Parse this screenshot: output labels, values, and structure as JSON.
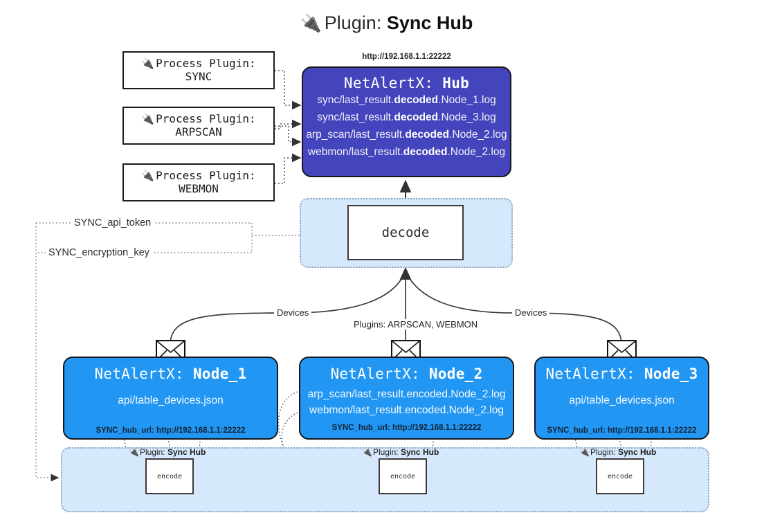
{
  "title": {
    "icon": "plug-icon",
    "prefix": "Plugin:",
    "name": "Sync Hub"
  },
  "process_plugins": [
    {
      "icon": "plug-icon",
      "line1": "Process Plugin:",
      "line2": "SYNC"
    },
    {
      "icon": "plug-icon",
      "line1": "Process Plugin:",
      "line2": "ARPSCAN"
    },
    {
      "icon": "plug-icon",
      "line1": "Process Plugin:",
      "line2": "WEBMON"
    }
  ],
  "hub": {
    "url": "http://192.168.1.1:22222",
    "title_prefix": "NetAlertX:",
    "title_name": "Hub",
    "lines": [
      {
        "pre": "sync/last_result.",
        "mid": "decoded",
        "post": ".Node_1.log"
      },
      {
        "pre": "sync/last_result.",
        "mid": "decoded",
        "post": ".Node_3.log"
      },
      {
        "pre": "arp_scan/last_result.",
        "mid": "decoded",
        "post": ".Node_2.log"
      },
      {
        "pre": "webmon/last_result.",
        "mid": "decoded",
        "post": ".Node_2.log"
      }
    ]
  },
  "decode": {
    "label": "decode"
  },
  "keys": [
    {
      "label": "SYNC_api_token"
    },
    {
      "label": "SYNC_encryption_key"
    }
  ],
  "edge_labels": {
    "devices_left": "Devices",
    "devices_right": "Devices",
    "plugins_center": "Plugins: ARPSCAN, WEBMON"
  },
  "nodes": [
    {
      "title_prefix": "NetAlertX:",
      "title_name": "Node_1",
      "lines": [
        "api/table_devices.json"
      ],
      "footer": "SYNC_hub_url: http://192.168.1.1:22222",
      "envelope_icon": "envelope-icon"
    },
    {
      "title_prefix": "NetAlertX:",
      "title_name": "Node_2",
      "lines": [
        "arp_scan/last_result.encoded.Node_2.log",
        "webmon/last_result.encoded.Node_2.log"
      ],
      "footer": "SYNC_hub_url: http://192.168.1.1:22222",
      "envelope_icon": "envelope-icon"
    },
    {
      "title_prefix": "NetAlertX:",
      "title_name": "Node_3",
      "lines": [
        "api/table_devices.json"
      ],
      "footer": "SYNC_hub_url: http://192.168.1.1:22222",
      "envelope_icon": "envelope-icon"
    }
  ],
  "encoders": [
    {
      "icon": "plug-icon",
      "prefix": "Plugin:",
      "name": "Sync Hub",
      "box_label": "encode"
    },
    {
      "icon": "plug-icon",
      "prefix": "Plugin:",
      "name": "Sync Hub",
      "box_label": "encode"
    },
    {
      "icon": "plug-icon",
      "prefix": "Plugin:",
      "name": "Sync Hub",
      "box_label": "encode"
    }
  ],
  "colors": {
    "hub_fill": "#4444bd",
    "node_fill": "#2196f3",
    "band_fill": "#d6e8fb",
    "stroke": "#17171c"
  }
}
